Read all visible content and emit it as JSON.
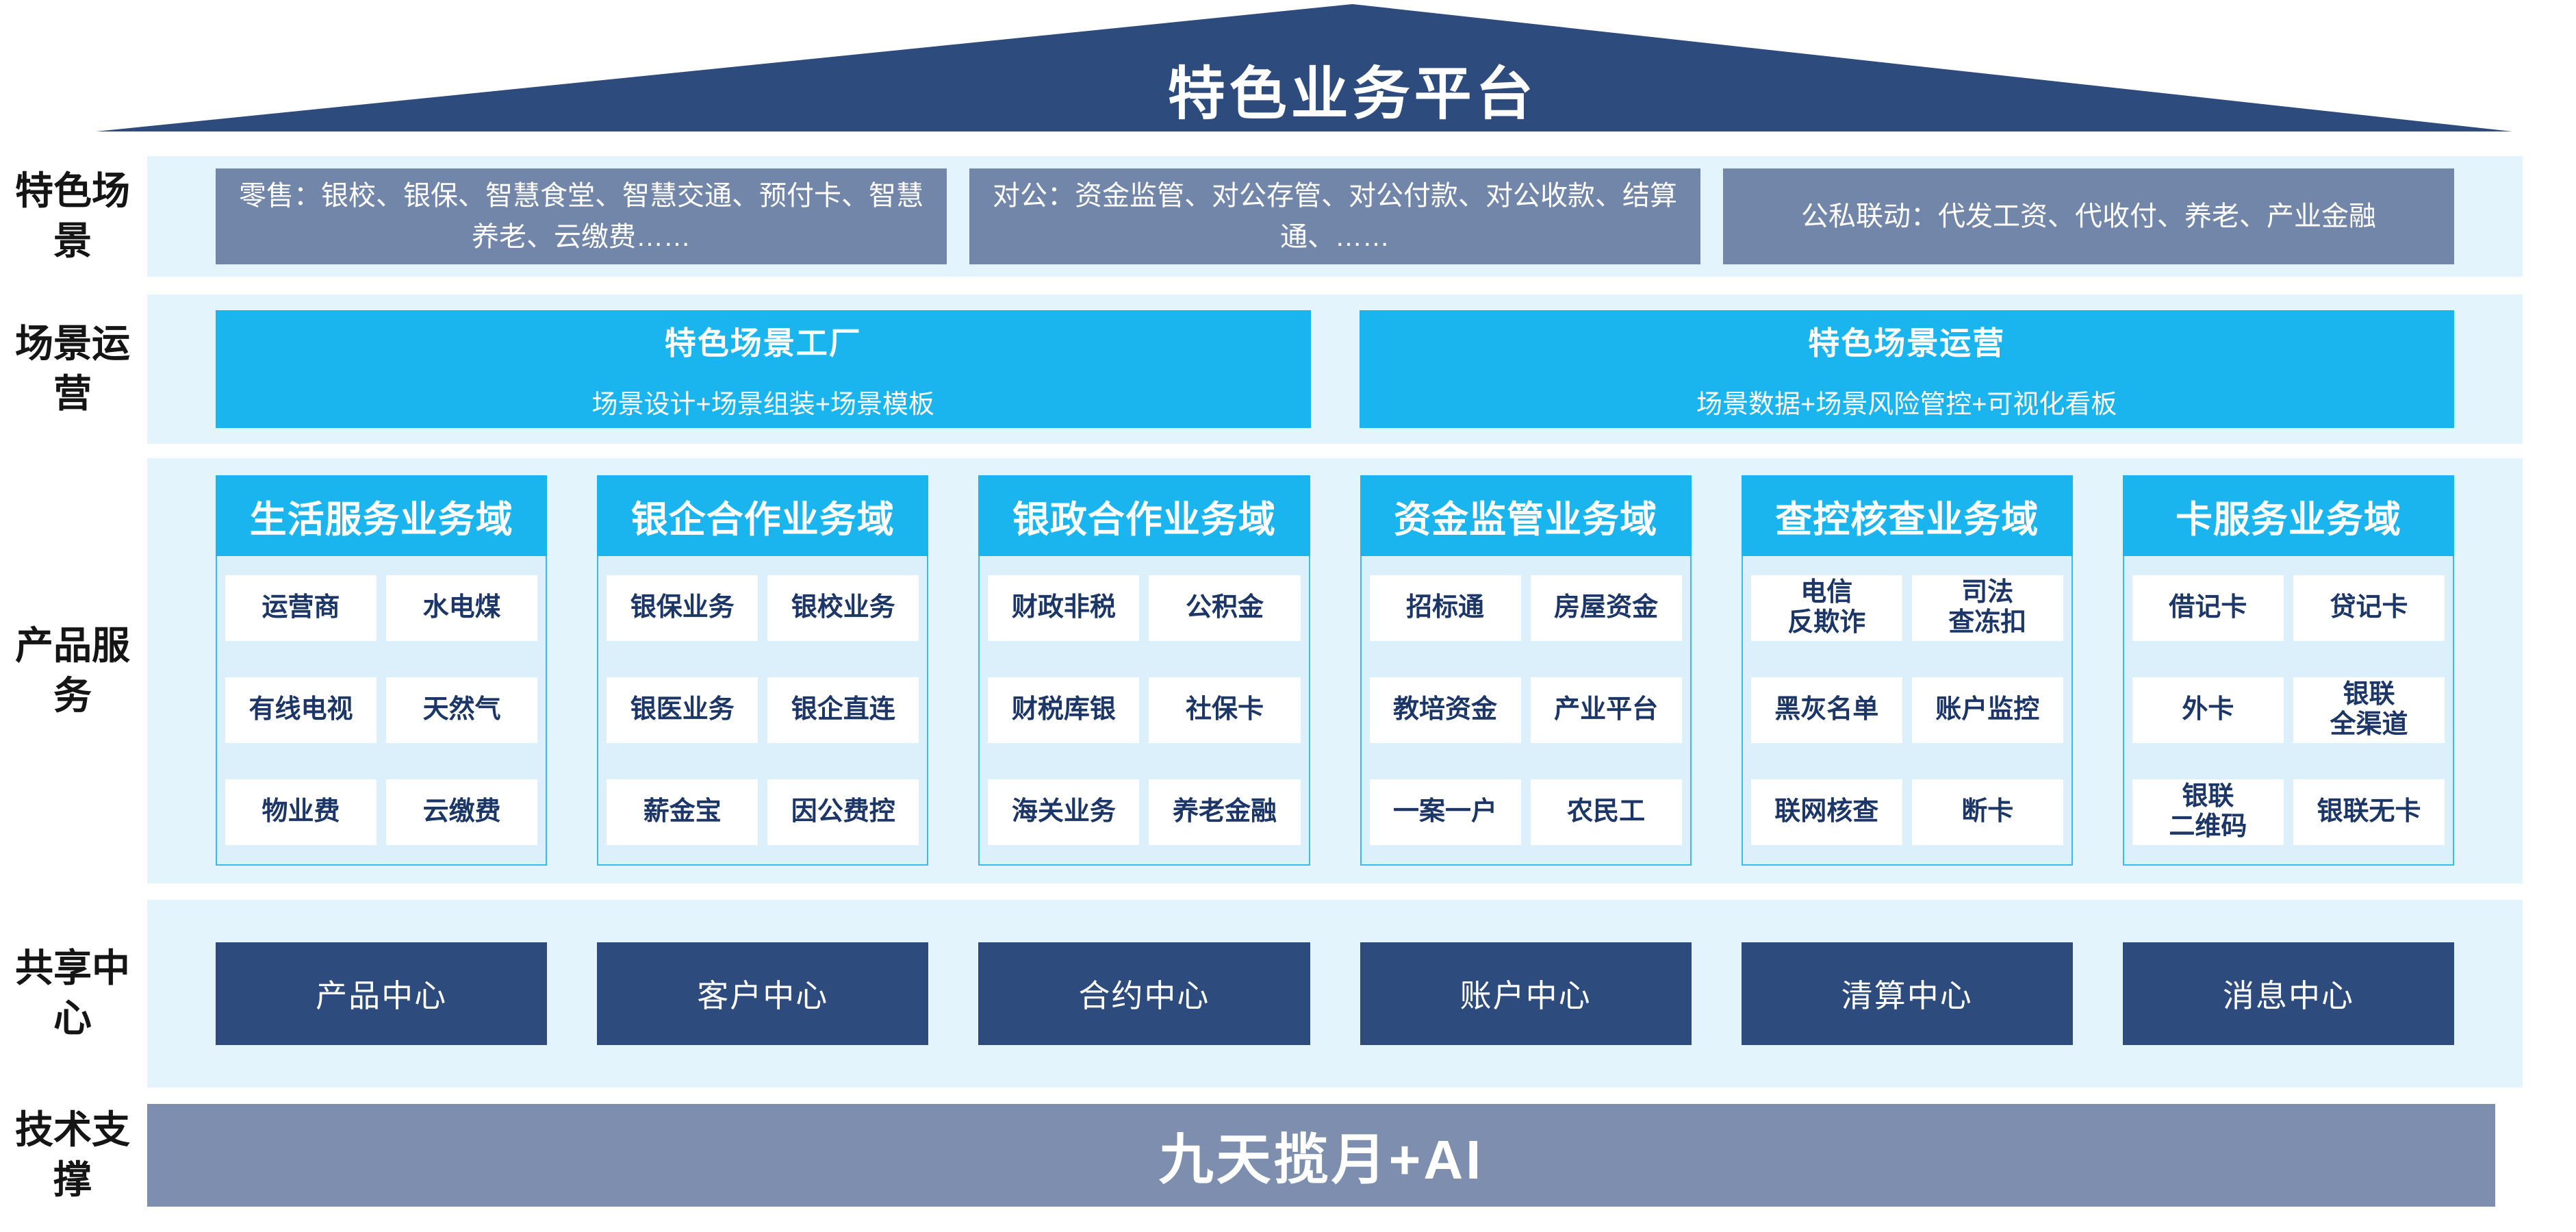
{
  "title": "特色业务平台",
  "rows": {
    "scenes": {
      "label": "特色场景",
      "boxes": [
        "零售：银校、银保、智慧食堂、智慧交通、预付卡、智慧养老、云缴费……",
        "对公：资金监管、对公存管、对公付款、对公收款、结算通、……",
        "公私联动：代发工资、代收付、养老、产业金融"
      ]
    },
    "operation": {
      "label": "场景运营",
      "boxes": [
        {
          "title": "特色场景工厂",
          "subtitle": "场景设计+场景组装+场景模板"
        },
        {
          "title": "特色场景运营",
          "subtitle": "场景数据+场景风险管控+可视化看板"
        }
      ]
    },
    "products": {
      "label": "产品服务",
      "domains": [
        {
          "header": "生活服务业务域",
          "items": [
            "运营商",
            "水电煤",
            "有线电视",
            "天然气",
            "物业费",
            "云缴费"
          ]
        },
        {
          "header": "银企合作业务域",
          "items": [
            "银保业务",
            "银校业务",
            "银医业务",
            "银企直连",
            "薪金宝",
            "因公费控"
          ]
        },
        {
          "header": "银政合作业务域",
          "items": [
            "财政非税",
            "公积金",
            "财税库银",
            "社保卡",
            "海关业务",
            "养老金融"
          ]
        },
        {
          "header": "资金监管业务域",
          "items": [
            "招标通",
            "房屋资金",
            "教培资金",
            "产业平台",
            "一案一户",
            "农民工"
          ]
        },
        {
          "header": "查控核查业务域",
          "items": [
            "电信\n反欺诈",
            "司法\n查冻扣",
            "黑灰名单",
            "账户监控",
            "联网核查",
            "断卡"
          ]
        },
        {
          "header": "卡服务业务域",
          "items": [
            "借记卡",
            "贷记卡",
            "外卡",
            "银联\n全渠道",
            "银联\n二维码",
            "银联无卡"
          ]
        }
      ]
    },
    "shared": {
      "label": "共享中心",
      "centers": [
        "产品中心",
        "客户中心",
        "合约中心",
        "账户中心",
        "清算中心",
        "消息中心"
      ]
    },
    "tech": {
      "label": "技术支撑",
      "bar": "九天揽月+AI"
    }
  },
  "colors": {
    "roof_navy": "#2e4b7d",
    "scene_box_gray_blue": "#7286aa",
    "accent_cyan": "#1ab5ee",
    "band_light_blue": "#e3f4fd",
    "panel_fill": "#dcf0fb",
    "panel_border": "#35bdf0",
    "item_text_navy": "#1b3667",
    "center_box_navy": "#2e4b7d",
    "tech_bar_gray_blue": "#7d8eae"
  }
}
